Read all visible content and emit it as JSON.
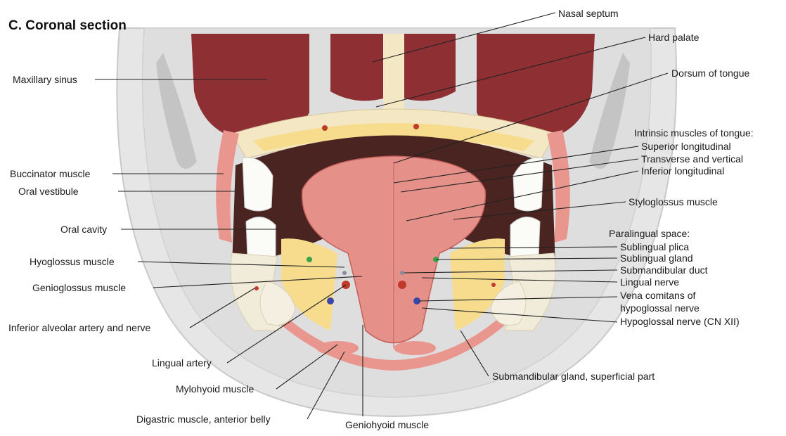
{
  "title": "C. Coronal section",
  "labels": {
    "nasal_septum": "Nasal septum",
    "hard_palate": "Hard palate",
    "dorsum_of_tongue": "Dorsum of tongue",
    "maxillary_sinus": "Maxillary sinus",
    "intrinsic_heading": "Intrinsic muscles of tongue:",
    "superior_longitudinal": "Superior longitudinal",
    "transverse_vertical": "Transverse and vertical",
    "inferior_longitudinal": "Inferior longitudinal",
    "buccinator_muscle": "Buccinator muscle",
    "oral_vestibule": "Oral vestibule",
    "styloglossus_muscle": "Styloglossus muscle",
    "oral_cavity": "Oral cavity",
    "paralingual_heading": "Paralingual space:",
    "sublingual_plica": "Sublingual plica",
    "sublingual_gland": "Sublingual gland",
    "submandibular_duct": "Submandibular duct",
    "hyoglossus_muscle": "Hyoglossus muscle",
    "lingual_nerve": "Lingual nerve",
    "genioglossus_muscle": "Genioglossus muscle",
    "vena_comitans_1": "Vena comitans of",
    "vena_comitans_2": "hypoglossal nerve",
    "hypoglossal_nerve": "Hypoglossal nerve (CN XII)",
    "inferior_alveolar": "Inferior alveolar artery and nerve",
    "lingual_artery": "Lingual artery",
    "submandibular_gland": "Submandibular gland, superficial part",
    "mylohyoid_muscle": "Mylohyoid muscle",
    "digastric_muscle": "Digastric muscle, anterior belly",
    "geniohyoid_muscle": "Geniohyoid muscle"
  },
  "colors": {
    "skin": "#e6e6e6",
    "sinus": "#8e2f34",
    "bone": "#f3e7c4",
    "muscle": "#e9968f",
    "tongue": "#e6908a",
    "fat": "#f6dc8c",
    "cavity": "#4a2421",
    "artery": "#c0392b",
    "vein": "#3b46a8",
    "nerve": "#3aa14a"
  }
}
